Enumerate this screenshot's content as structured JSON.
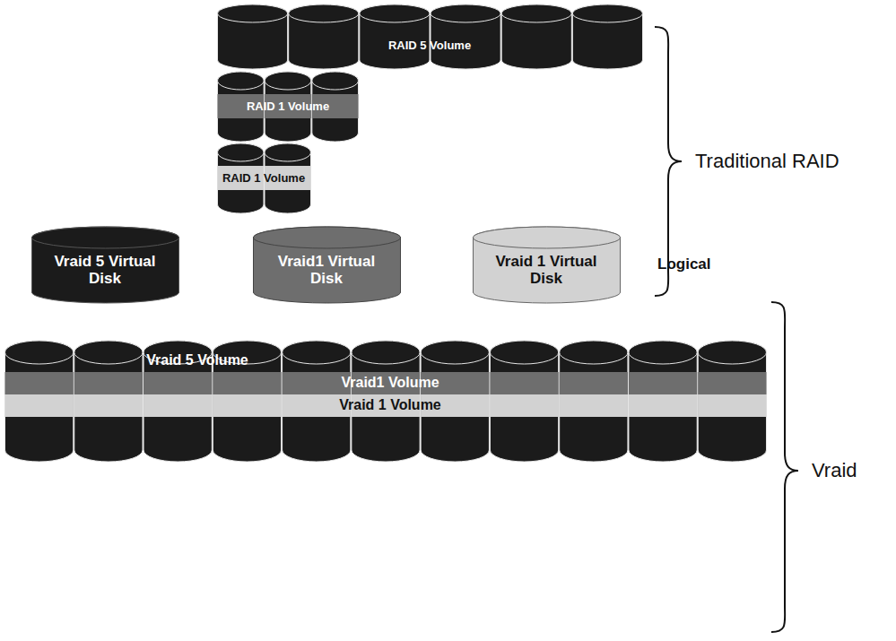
{
  "diagram": {
    "nodes": [
      {
        "text": [
          "RAID 5 Volume"
        ]
      },
      {
        "text": [
          "RAID 1 Volume"
        ]
      },
      {
        "text": [
          "RAID 1 Volume"
        ]
      },
      {
        "text": [
          "Vraid 5 Virtual Disk"
        ]
      },
      {
        "text": [
          "Vraid1 Virtual Disk"
        ]
      },
      {
        "text": [
          "Vraid 1 Virtual Disk"
        ]
      },
      {
        "text": [
          "Vraid 5 Volume"
        ]
      },
      {
        "text": [
          "Vraid1 Volume"
        ]
      },
      {
        "text": [
          "Vraid 1 Volume"
        ]
      }
    ],
    "labels": [
      "Traditional RAID",
      "Logical",
      "Vraid"
    ]
  }
}
